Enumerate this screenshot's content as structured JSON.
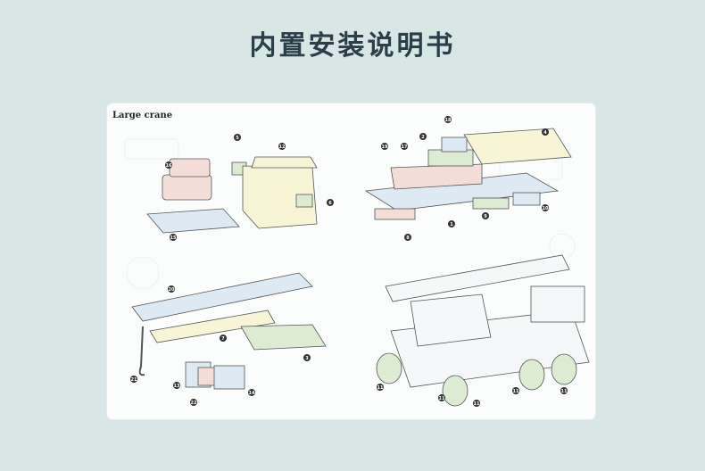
{
  "page": {
    "title": "内置安装说明书"
  },
  "sheet": {
    "label": "Large crane"
  },
  "part_numbers": {
    "top_left": [
      "5",
      "12",
      "16",
      "6",
      "15"
    ],
    "top_right": [
      "18",
      "19",
      "17",
      "2",
      "4",
      "1",
      "9",
      "10",
      "8"
    ],
    "bottom_left": [
      "20",
      "7",
      "3",
      "21",
      "13",
      "22",
      "14"
    ],
    "bottom_right": [
      "11",
      "11",
      "11",
      "11",
      "11"
    ]
  },
  "colors": {
    "background": "#d8e6e6",
    "title": "#2b3f4a",
    "part_yellow": "#f7f5d6",
    "part_blue": "#dde9f3",
    "part_green": "#dcebd2",
    "part_pink": "#f3ddd6",
    "outline": "#555555",
    "marker": "#333333"
  }
}
